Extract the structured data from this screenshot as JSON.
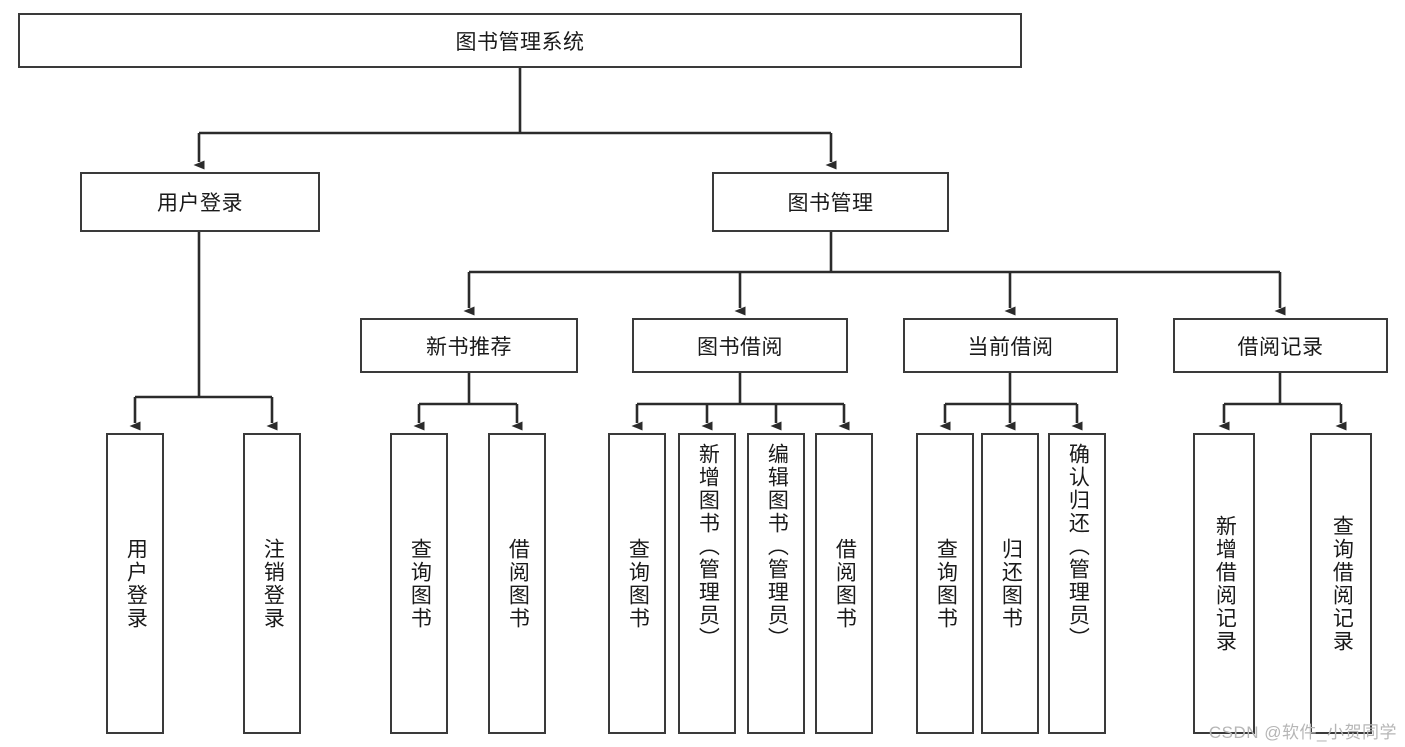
{
  "diagram": {
    "title": "图书管理系统",
    "type": "tree-hierarchy-chart",
    "colors": {
      "box_border": "#3a3a3a",
      "box_fill": "#ffffff",
      "connector": "#2b2b2b",
      "text": "#1a1a1a",
      "watermark": "#b6b6b6"
    },
    "root": {
      "label": "图书管理系统"
    },
    "level2": [
      {
        "label": "用户登录"
      },
      {
        "label": "图书管理"
      }
    ],
    "level3": [
      {
        "label": "新书推荐"
      },
      {
        "label": "图书借阅"
      },
      {
        "label": "当前借阅"
      },
      {
        "label": "借阅记录"
      }
    ],
    "leaves": {
      "user_login": [
        {
          "label": "用户登录"
        },
        {
          "label": "注销登录"
        }
      ],
      "new_book_recommend": [
        {
          "label": "查询图书"
        },
        {
          "label": "借阅图书"
        }
      ],
      "book_borrow": [
        {
          "label": "查询图书"
        },
        {
          "label": "新增图书（管理员）"
        },
        {
          "label": "编辑图书（管理员）"
        },
        {
          "label": "借阅图书"
        }
      ],
      "current_borrow": [
        {
          "label": "查询图书"
        },
        {
          "label": "归还图书"
        },
        {
          "label": "确认归还（管理员）"
        }
      ],
      "borrow_record": [
        {
          "label": "新增借阅记录"
        },
        {
          "label": "查询借阅记录"
        }
      ]
    }
  },
  "watermark": {
    "text": "CSDN @软件_小贺同学"
  }
}
